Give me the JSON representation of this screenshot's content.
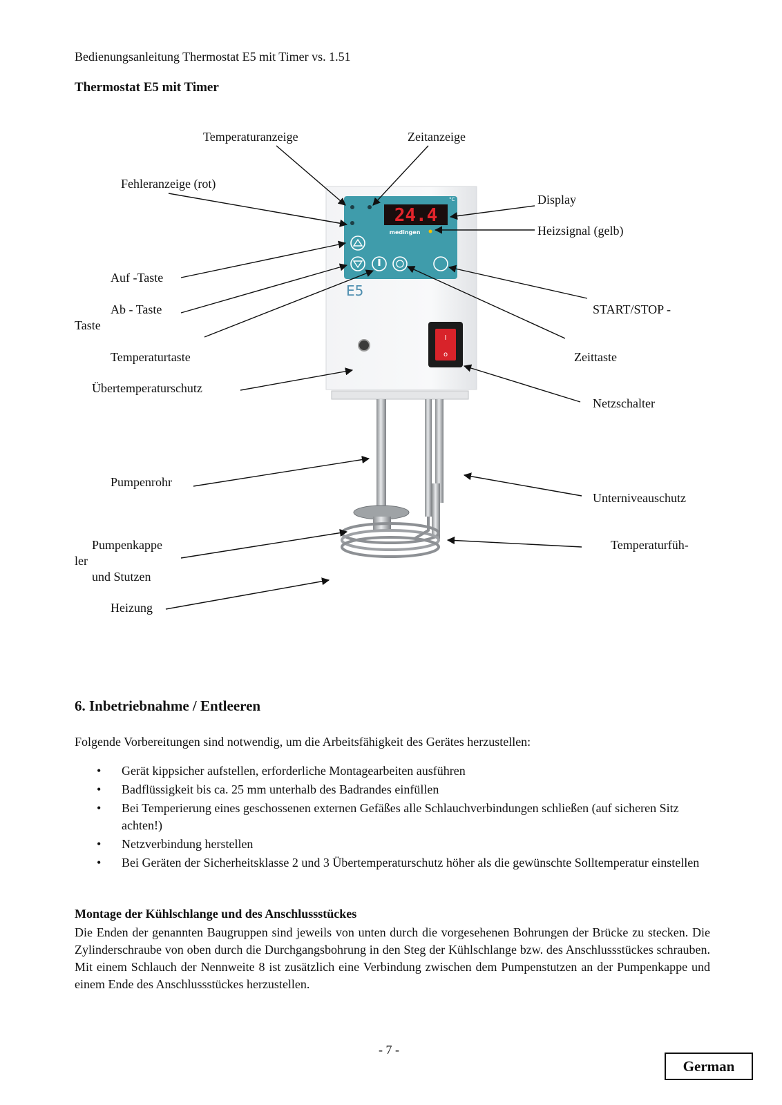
{
  "header": {
    "text": "Bedienungsanleitung Thermostat E5 mit Timer  vs. 1.51"
  },
  "title": "Thermostat E5 mit Timer",
  "device": {
    "display_value": "24.4",
    "model_label": "E5",
    "brand": "medingen",
    "unit": "°C"
  },
  "labels": {
    "temperaturanzeige": "Temperaturanzeige",
    "zeitanzeige": "Zeitanzeige",
    "fehleranzeige": "Fehleranzeige (rot)",
    "display": "Display",
    "heizsignal": "Heizsignal (gelb)",
    "auf_taste": "Auf -Taste",
    "ab_taste": "Ab - Taste",
    "ab_taste_cont": "Taste",
    "start_stop": "START/STOP -",
    "temperaturtaste": "Temperaturtaste",
    "zeittaste": "Zeittaste",
    "uebertemperaturschutz": "Übertemperaturschutz",
    "netzschalter": "Netzschalter",
    "pumpenrohr": "Pumpenrohr",
    "unterniveauschutz": "Unterniveauschutz",
    "pumpenkappe": "Pumpenkappe",
    "temperaturfuehler": "Temperaturfüh-",
    "temperaturfuehler_cont": "ler",
    "und_stutzen": "und Stutzen",
    "heizung": "Heizung"
  },
  "section": {
    "heading": "6. Inbetriebnahme / Entleeren",
    "intro": "Folgende Vorbereitungen sind notwendig, um die Arbeitsfähigkeit des Gerätes herzustellen:",
    "bullets": [
      "Gerät kippsicher aufstellen, erforderliche Montagearbeiten ausführen",
      "Badflüssigkeit bis ca. 25 mm unterhalb des Badrandes einfüllen",
      "Bei Temperierung eines geschossenen externen Gefäßes alle Schlauchverbindungen schließen (auf sicheren Sitz achten!)",
      "Netzverbindung herstellen",
      "Bei Geräten der Sicherheitsklasse 2 und 3 Übertemperaturschutz höher als die gewünschte Solltemperatur einstellen"
    ]
  },
  "subsection": {
    "heading": "Montage der Kühlschlange und des Anschlussstückes",
    "text": "Die Enden der genannten Baugruppen sind jeweils von unten durch die vorgesehenen Bohrungen der Brücke zu stecken. Die Zylinderschraube von oben durch die Durchgangsbohrung in den Steg der Kühlschlange bzw. des Anschlussstückes schrauben. Mit einem Schlauch der Nennweite 8 ist zusätzlich eine Verbindung zwischen dem Pumpenstutzen an der Pumpenkappe und einem Ende des Anschlussstückes herzustellen."
  },
  "footer": {
    "page_number": "- 7 -",
    "language": "German"
  }
}
